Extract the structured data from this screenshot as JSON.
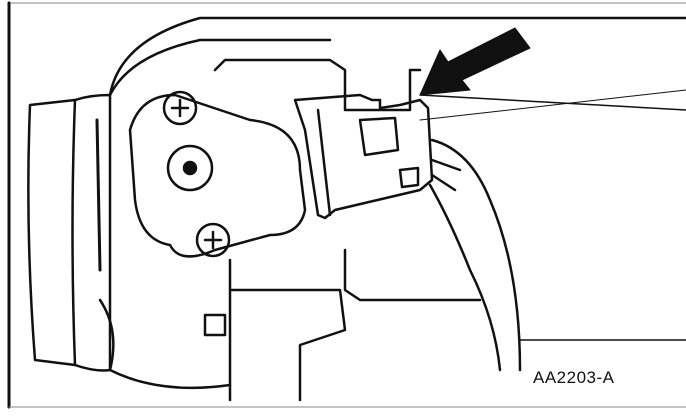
{
  "figure": {
    "label": "AA2203-A",
    "subject-icon": "throttle-position-sensor-connector-drawing",
    "pointer-icon": "arrow-pointer"
  }
}
